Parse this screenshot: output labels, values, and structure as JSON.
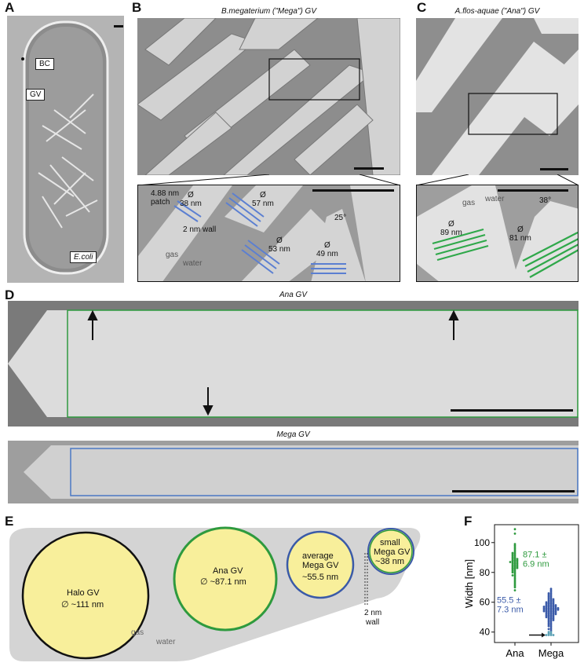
{
  "panels": {
    "a": "A",
    "b": "B",
    "c": "C",
    "d": "D",
    "e": "E",
    "f": "F"
  },
  "panel_a": {
    "bc": "BC",
    "gv": "GV",
    "ecoli": "E.coli"
  },
  "panel_b": {
    "title": "B.megaterium (\"Mega\") GV",
    "labels": {
      "patch": "4.88 nm\npatch",
      "d38": "Ø\n38 nm",
      "d57": "Ø\n57 nm",
      "wall": "2 nm wall",
      "d53": "Ø\n53 nm",
      "d49": "Ø\n49 nm",
      "angle": "25°",
      "gas": "gas",
      "water": "water"
    }
  },
  "panel_c": {
    "title": "A.flos-aquae (\"Ana\") GV",
    "labels": {
      "gas": "gas",
      "water": "water",
      "angle": "38°",
      "d89": "Ø\n89 nm",
      "d81": "Ø\n81 nm"
    }
  },
  "panel_d": {
    "ana_title": "Ana GV",
    "mega_title": "Mega GV"
  },
  "panel_e": {
    "halo": "Halo GV",
    "halo_d": "∅ ~111 nm",
    "ana": "Ana GV",
    "ana_d": "∅ ~87.1 nm",
    "avg1": "average",
    "avg2": "Mega GV",
    "avg3": "~55.5 nm",
    "small1": "small",
    "small2": "Mega GV",
    "small3": "~38 nm",
    "wall1": "2 nm",
    "wall2": "wall",
    "gas": "gas",
    "water": "water"
  },
  "chart_data": {
    "type": "scatter",
    "ylabel": "Width [nm]",
    "categories": [
      "Ana",
      "Mega"
    ],
    "yticks": [
      40,
      60,
      80,
      100
    ],
    "ylim": [
      33,
      112
    ],
    "series": [
      {
        "name": "Ana",
        "mean": 87.1,
        "sd": 6.9,
        "color": "#2e9a3e",
        "annotation": "87.1 ±\n6.9 nm",
        "values": [
          109,
          106,
          99,
          98,
          97,
          96,
          95,
          94,
          93,
          93,
          92,
          92,
          91,
          91,
          90,
          90,
          89,
          89,
          89,
          88,
          88,
          88,
          87,
          87,
          87,
          87,
          86,
          86,
          86,
          85,
          85,
          85,
          84,
          84,
          84,
          83,
          83,
          83,
          82,
          82,
          81,
          81,
          80,
          80,
          79,
          78,
          78,
          77,
          76,
          75,
          74,
          73,
          72,
          71,
          70,
          68
        ]
      },
      {
        "name": "Mega",
        "mean": 55.5,
        "sd": 7.3,
        "color": "#3a5aa8",
        "annotation": "55.5 ±\n7.3 nm",
        "values": [
          69,
          68,
          67,
          66,
          66,
          65,
          65,
          64,
          64,
          63,
          63,
          62,
          62,
          62,
          61,
          61,
          61,
          60,
          60,
          60,
          60,
          59,
          59,
          59,
          59,
          58,
          58,
          58,
          58,
          58,
          57,
          57,
          57,
          57,
          57,
          57,
          56,
          56,
          56,
          56,
          56,
          56,
          56,
          55,
          55,
          55,
          55,
          55,
          55,
          55,
          54,
          54,
          54,
          54,
          54,
          54,
          53,
          53,
          53,
          53,
          53,
          52,
          52,
          52,
          52,
          52,
          51,
          51,
          51,
          51,
          50,
          50,
          50,
          50,
          49,
          49,
          49,
          48,
          48,
          48,
          47,
          47,
          46,
          46,
          45,
          45,
          44,
          44,
          43,
          42,
          42,
          41,
          40,
          40,
          39,
          39,
          38,
          38,
          38,
          38
        ]
      }
    ]
  }
}
